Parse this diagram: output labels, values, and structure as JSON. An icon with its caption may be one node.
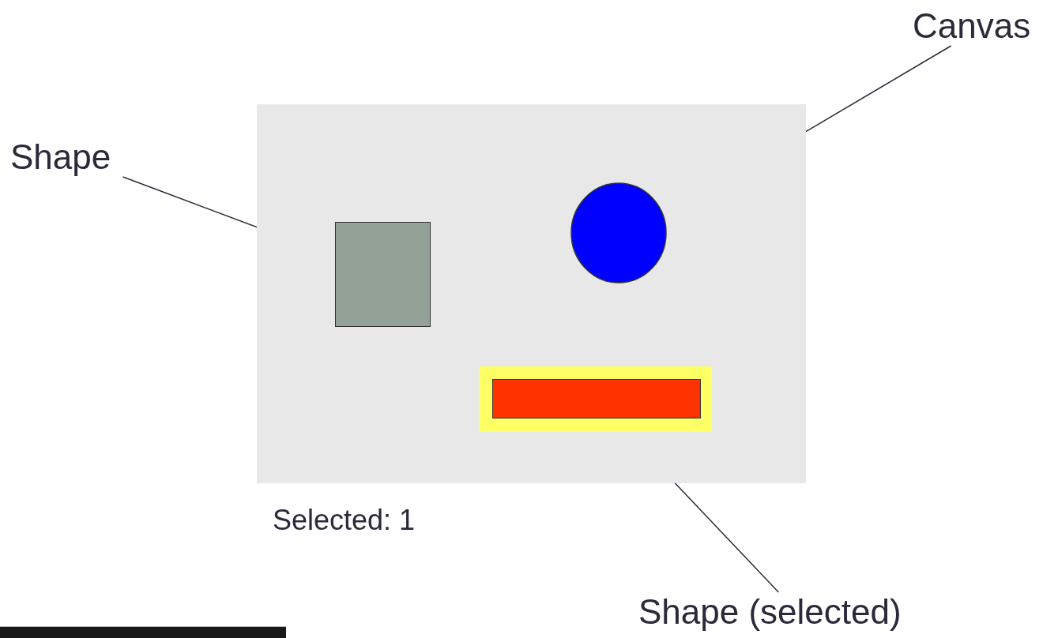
{
  "diagram": {
    "nodes": [
      {
        "text": [
          "Canvas"
        ]
      },
      {
        "text": [],
        "shape": "box"
      },
      {
        "text": [
          "Shape"
        ]
      },
      {
        "text": [],
        "shape": "box",
        "in": 1
      },
      {
        "text": [],
        "shape": "circle",
        "in": 1
      },
      {
        "text": [],
        "shape": "box",
        "in": 1
      },
      {
        "text": [],
        "shape": "box",
        "in": 5
      },
      {
        "text": [
          "Shape (selected)"
        ]
      }
    ],
    "edges": [
      {
        "from": 0,
        "to": 1,
        "arrow": "none"
      },
      {
        "from": 2,
        "to": 3,
        "arrow": "none"
      },
      {
        "from": 7,
        "to": 5,
        "arrow": "none"
      }
    ],
    "labels": [
      "Selected: 1"
    ]
  }
}
